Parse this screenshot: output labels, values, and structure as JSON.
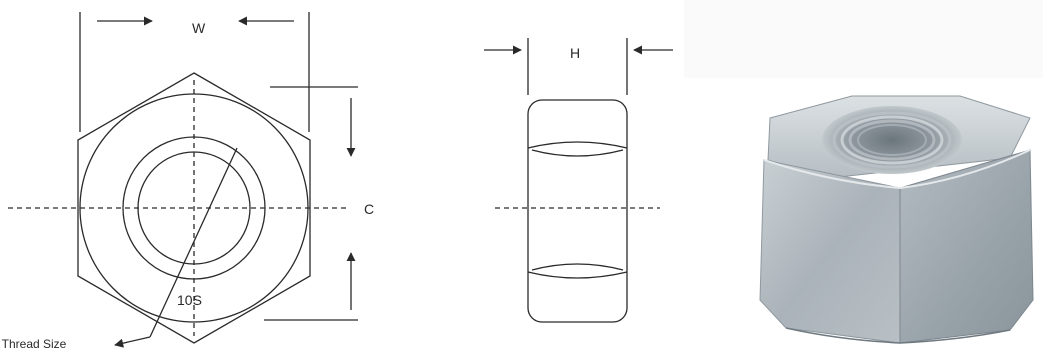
{
  "labels": {
    "width": "W",
    "height": "H",
    "corners": "C",
    "bolt_size": "10S",
    "thread_size": "Thread Size"
  },
  "colors": {
    "line": "#2a2a2a",
    "background": "#ffffff",
    "nut_light": "#d4dadd",
    "nut_mid": "#a9b2b8",
    "nut_dark": "#7d878e"
  }
}
